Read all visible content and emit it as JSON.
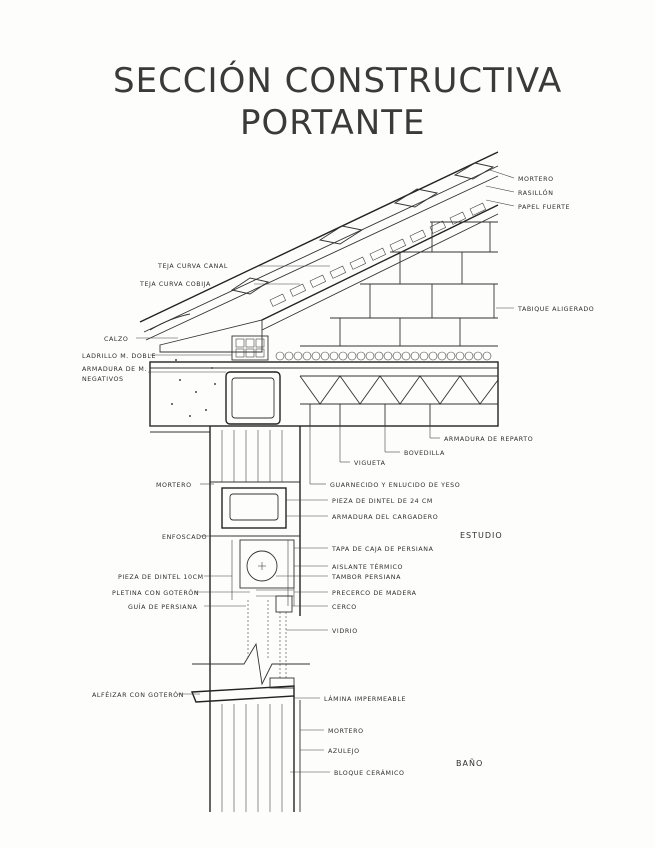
{
  "title": {
    "line1": "SECCIÓN CONSTRUCTIVA",
    "line2": "PORTANTE"
  },
  "rooms": {
    "upper": "ESTUDIO",
    "lower": "BAÑO"
  },
  "labels": {
    "mortero_top": "MORTERO",
    "rasillon": "RASILLÓN",
    "papel_fuerte": "PAPEL FUERTE",
    "teja_canal": "TEJA CURVA CANAL",
    "teja_cobija": "TEJA CURVA COBIJA",
    "tabique": "TABIQUE ALIGERADO",
    "calzo": "CALZO",
    "ladrillo": "LADRILLO M. DOBLE",
    "armadura_neg_1": "ARMADURA DE M.",
    "armadura_neg_2": "NEGATIVOS",
    "armadura_reparto": "ARMADURA DE REPARTO",
    "bovedilla": "BOVEDILLA",
    "vigueta": "VIGUETA",
    "guarnecido": "GUARNECIDO Y ENLUCIDO DE YESO",
    "mortero_mid": "MORTERO",
    "pieza_dintel_24": "PIEZA DE DINTEL DE 24 CM",
    "armadura_cargadero": "ARMADURA DEL CARGADERO",
    "enfoscado": "ENFOSCADO",
    "tapa_caja": "TAPA DE CAJA DE PERSIANA",
    "aislante": "AISLANTE TÉRMICO",
    "tambor": "TAMBOR PERSIANA",
    "pieza_dintel_10": "PIEZA DE DINTEL 10CM",
    "pletina": "PLETINA CON GOTERÓN",
    "precerco": "PRECERCO DE MADERA",
    "guia": "GUÍA DE PERSIANA",
    "cerco": "CERCO",
    "vidrio": "VIDRIO",
    "alfeizar": "ALFÉIZAR CON GOTERÓN",
    "lamina": "LÁMINA IMPERMEABLE",
    "mortero_low": "MORTERO",
    "azulejo": "AZULEJO",
    "bloque": "BLOQUE CERÁMICO"
  }
}
